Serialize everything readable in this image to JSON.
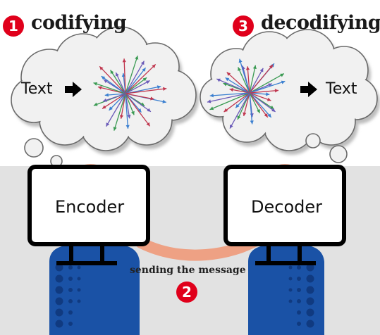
{
  "steps": [
    {
      "number": "1",
      "title": "codifying"
    },
    {
      "number": "2",
      "title": "sending the message"
    },
    {
      "number": "3",
      "title": "decodifying"
    }
  ],
  "left_cloud": {
    "text": "Text"
  },
  "right_cloud": {
    "text": "Text"
  },
  "encoder": {
    "label": "Encoder"
  },
  "decoder": {
    "label": "Decoder"
  },
  "colors": {
    "badge": "#e0001b",
    "tower": "#1a52a6",
    "link": "#ef9a7a",
    "floor": "#e2e2e2",
    "arrow_colors": [
      "#3a7fd0",
      "#c0364e",
      "#3a9a52",
      "#6a5ab8"
    ]
  },
  "icons": [
    "arrow-right-icon",
    "vector-burst-icon",
    "cloud-icon",
    "monitor-icon",
    "computer-tower-icon"
  ]
}
